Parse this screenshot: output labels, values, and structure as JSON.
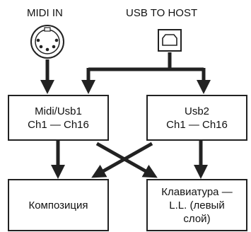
{
  "inputs": {
    "midi_in": "MIDI IN",
    "usb_to_host": "USB TO HOST"
  },
  "sources": [
    {
      "line1": "Midi/Usb1",
      "line2": "Ch1 — Ch16"
    },
    {
      "line1": "Usb2",
      "line2": "Ch1 — Ch16"
    }
  ],
  "destinations": [
    {
      "text": "Композиция"
    },
    {
      "line1": "Клавиатура —",
      "line2": "L.L. (левый",
      "line3": "слой)"
    }
  ]
}
